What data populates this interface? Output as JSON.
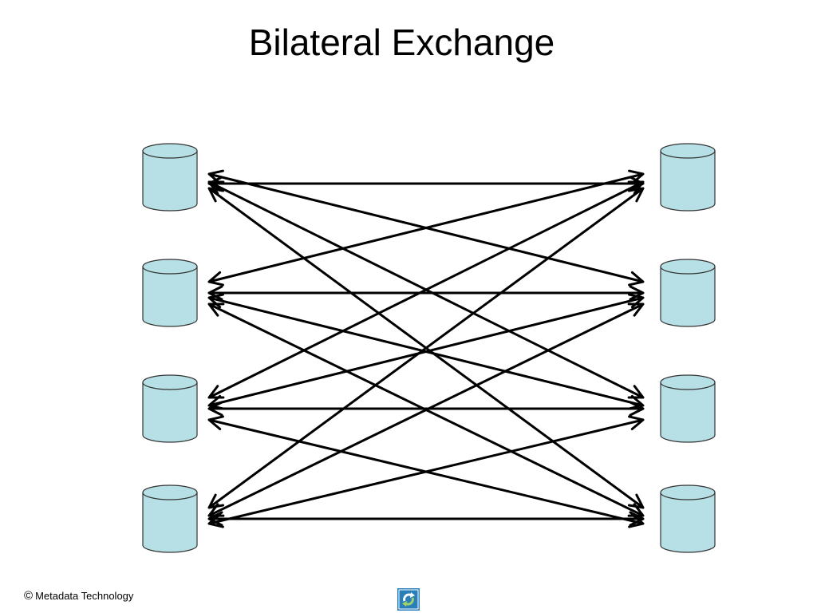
{
  "slide": {
    "title": "Bilateral Exchange"
  },
  "diagram": {
    "left_databases": 4,
    "right_databases": 4,
    "database_fill": "#b7e0e6",
    "database_stroke": "#333333",
    "arrow_color": "#000000",
    "connections": [
      {
        "from": 1,
        "to": 1
      },
      {
        "from": 1,
        "to": 2
      },
      {
        "from": 1,
        "to": 3
      },
      {
        "from": 1,
        "to": 4
      },
      {
        "from": 2,
        "to": 1
      },
      {
        "from": 2,
        "to": 2
      },
      {
        "from": 2,
        "to": 3
      },
      {
        "from": 2,
        "to": 4
      },
      {
        "from": 3,
        "to": 1
      },
      {
        "from": 3,
        "to": 2
      },
      {
        "from": 3,
        "to": 3
      },
      {
        "from": 3,
        "to": 4
      },
      {
        "from": 4,
        "to": 1
      },
      {
        "from": 4,
        "to": 2
      },
      {
        "from": 4,
        "to": 3
      },
      {
        "from": 4,
        "to": 4
      }
    ]
  },
  "footer": {
    "copyright_symbol": "©",
    "company": "Metadata Technology",
    "logo_icon": "metadata-technology-logo-icon",
    "logo_color": "#2a7fb8",
    "logo_accent": "#ffffff"
  }
}
